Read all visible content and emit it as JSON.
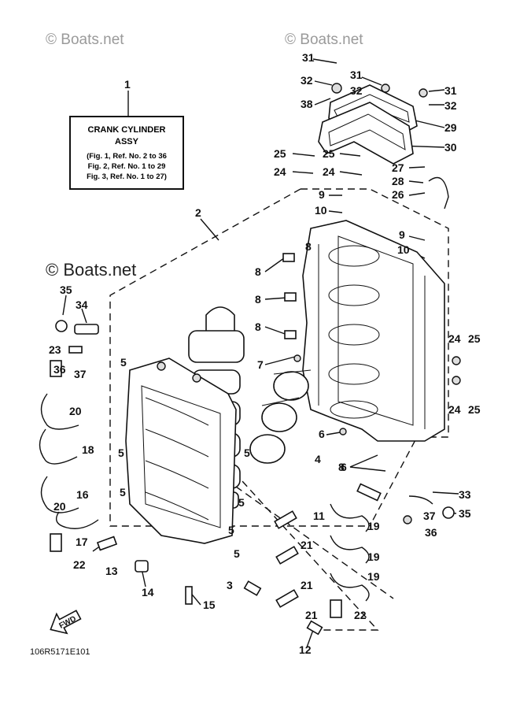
{
  "watermarks": [
    "© Boats.net",
    "© Boats.net",
    "© Boats.net"
  ],
  "part_box": {
    "title_line1": "CRANK CYLINDER",
    "title_line2": "ASSY",
    "refs": [
      "(Fig. 1, Ref. No. 2 to 36",
      "Fig. 2, Ref. No. 1 to 29",
      "Fig. 3, Ref. No. 1 to 27)"
    ]
  },
  "fwd_label": "FWD",
  "drawing_code": "106R5171E101",
  "callouts": [
    "1",
    "2",
    "3",
    "4",
    "5",
    "5",
    "5",
    "5",
    "5",
    "5",
    "5",
    "6",
    "6",
    "7",
    "8",
    "8",
    "8",
    "8",
    "8",
    "9",
    "9",
    "10",
    "10",
    "11",
    "12",
    "13",
    "14",
    "15",
    "16",
    "17",
    "18",
    "19",
    "19",
    "19",
    "20",
    "20",
    "21",
    "21",
    "21",
    "22",
    "22",
    "23",
    "24",
    "24",
    "24",
    "24",
    "25",
    "25",
    "25",
    "25",
    "26",
    "27",
    "28",
    "29",
    "30",
    "31",
    "31",
    "31",
    "32",
    "32",
    "32",
    "33",
    "34",
    "35",
    "35",
    "36",
    "36",
    "37",
    "37",
    "38"
  ]
}
